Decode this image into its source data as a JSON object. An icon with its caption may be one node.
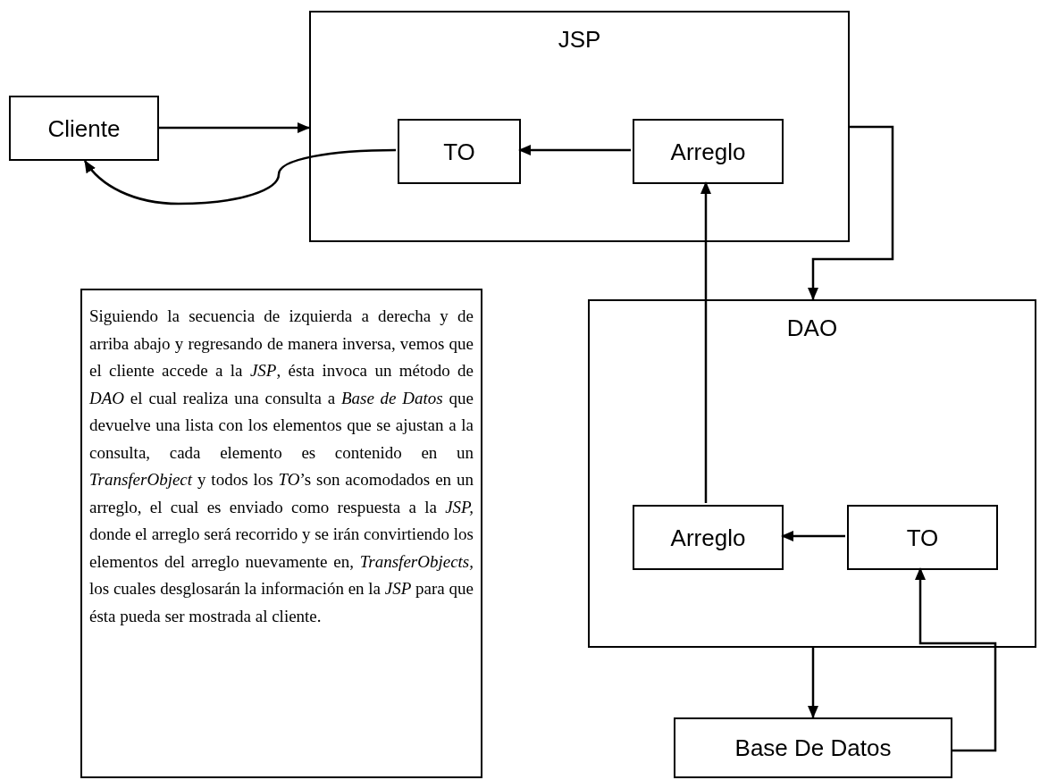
{
  "diagram": {
    "nodes": [
      {
        "text": [
          "Cliente"
        ]
      },
      {
        "text": [
          "JSP"
        ]
      },
      {
        "text": [
          "TO"
        ],
        "in": 1
      },
      {
        "text": [
          "Arreglo"
        ],
        "in": 1
      },
      {
        "text": [
          "Siguiendo la secuencia de izquierda a derecha y de arriba abajo y regresando de manera inversa, vemos que el cliente accede a la *JSP*, ésta invoca un método de *DAO* el cual realiza una consulta a *Base de Datos* que devuelve una lista con los elementos que se ajustan a la consulta, cada elemento es contenido en un *TransferObject* y todos los *TO*’s son acomodados en un arreglo, el cual es enviado como respuesta a la *JSP,* donde el arreglo será recorrido y se irán convirtiendo los elementos del arreglo nuevamente en, *TransferObjects,* los cuales desglosarán la información en la *JSP* para que ésta pueda ser mostrada al cliente."
        ]
      },
      {
        "text": [
          "DAO"
        ]
      },
      {
        "text": [
          "Arreglo"
        ],
        "in": 5
      },
      {
        "text": [
          "TO"
        ],
        "in": 5
      },
      {
        "text": [
          "Base De Datos"
        ]
      }
    ],
    "edges": [
      {
        "from": 0,
        "to": 1,
        "arrow": "to"
      },
      {
        "from": 2,
        "to": 0,
        "arrow": "to"
      },
      {
        "from": 3,
        "to": 2,
        "arrow": "to"
      },
      {
        "from": 1,
        "to": 5,
        "arrow": "to"
      },
      {
        "from": 6,
        "to": 3,
        "arrow": "to"
      },
      {
        "from": 7,
        "to": 6,
        "arrow": "to"
      },
      {
        "from": 5,
        "to": 8,
        "arrow": "to"
      },
      {
        "from": 8,
        "to": 7,
        "arrow": "to"
      }
    ]
  }
}
